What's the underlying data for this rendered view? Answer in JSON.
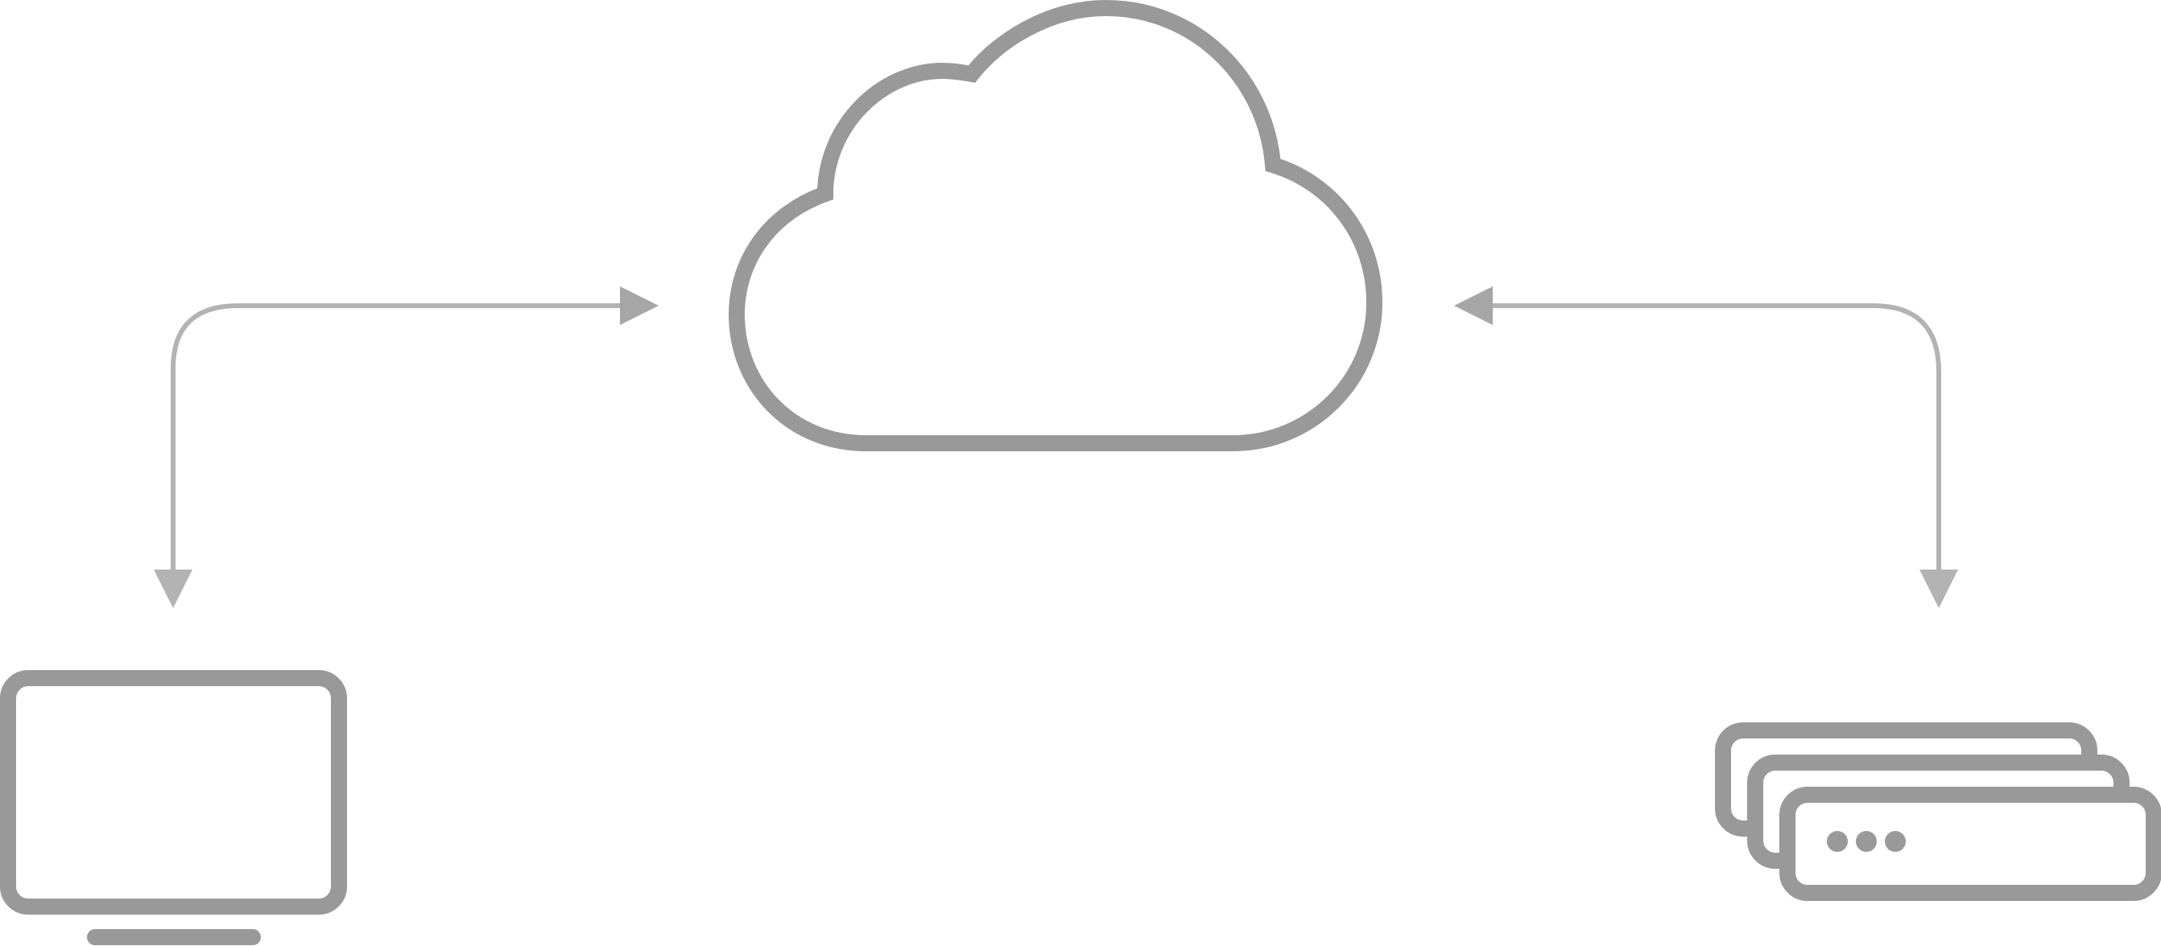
{
  "diagram": {
    "nodes": [
      {
        "id": "cloud",
        "icon": "cloud-icon",
        "label": ""
      },
      {
        "id": "client",
        "icon": "monitor-icon",
        "label": ""
      },
      {
        "id": "servers",
        "icon": "server-stack-icon",
        "label": ""
      }
    ],
    "edges": [
      {
        "from": "client",
        "to": "cloud",
        "direction": "bidirectional"
      },
      {
        "from": "servers",
        "to": "cloud",
        "direction": "bidirectional"
      }
    ],
    "colors": {
      "icon_stroke": "#999999",
      "arrow": "#b3b3b3",
      "background": "#ffffff"
    }
  }
}
